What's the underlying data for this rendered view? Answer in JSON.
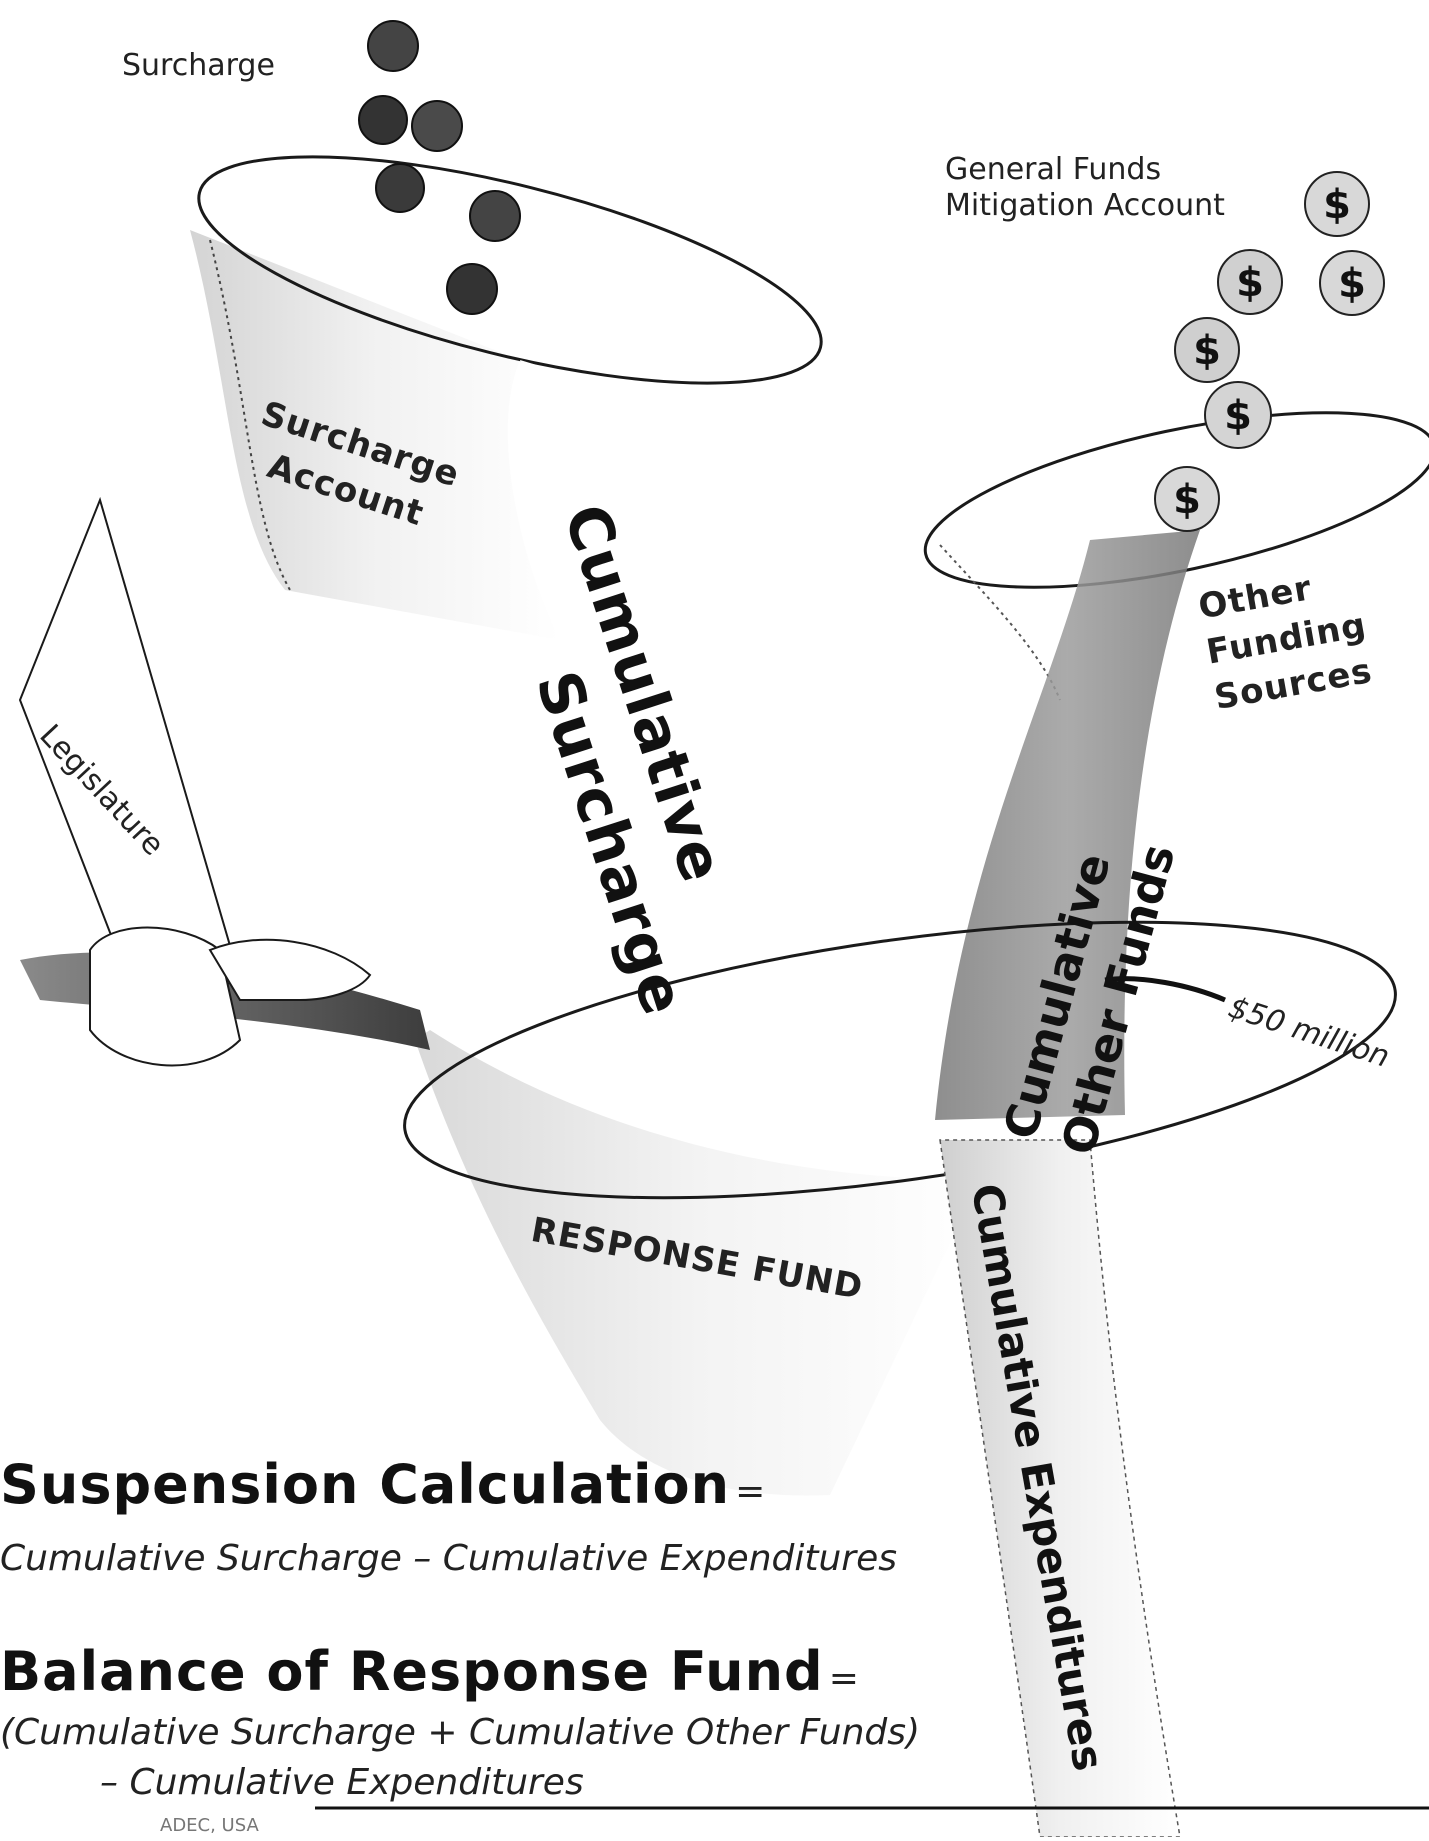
{
  "labels": {
    "surcharge": "Surcharge",
    "general_funds_line1": "General Funds",
    "general_funds_line2": "Mitigation Account",
    "surcharge_account_line1": "Surcharge",
    "surcharge_account_line2": "Account",
    "cumulative_surcharge_line1": "Cumulative",
    "cumulative_surcharge_line2": "Surcharge",
    "other_funding_line1": "Other",
    "other_funding_line2": "Funding",
    "other_funding_line3": "Sources",
    "cumulative_other_line1": "Cumulative",
    "cumulative_other_line2": "Other Funds",
    "fifty_million": "$50 million",
    "legislature": "Legislature",
    "response_fund": "RESPONSE FUND",
    "cumulative_expenditures": "Cumulative Expenditures",
    "dollar": "$"
  },
  "equations": {
    "suspension_title": "Suspension Calculation",
    "suspension_eq": "=",
    "suspension_formula": "Cumulative Surcharge – Cumulative Expenditures",
    "balance_title": "Balance of Response Fund",
    "balance_eq": "=",
    "balance_formula_line1": "(Cumulative Surcharge + Cumulative Other Funds)",
    "balance_formula_line2": "– Cumulative Expenditures"
  },
  "footer": {
    "text": "ADEC, USA"
  },
  "colors": {
    "ink": "#1a1a1a",
    "shade": "#9a9a9a",
    "dark_shade": "#6b6b6b",
    "coin": "#3a3a3a"
  }
}
